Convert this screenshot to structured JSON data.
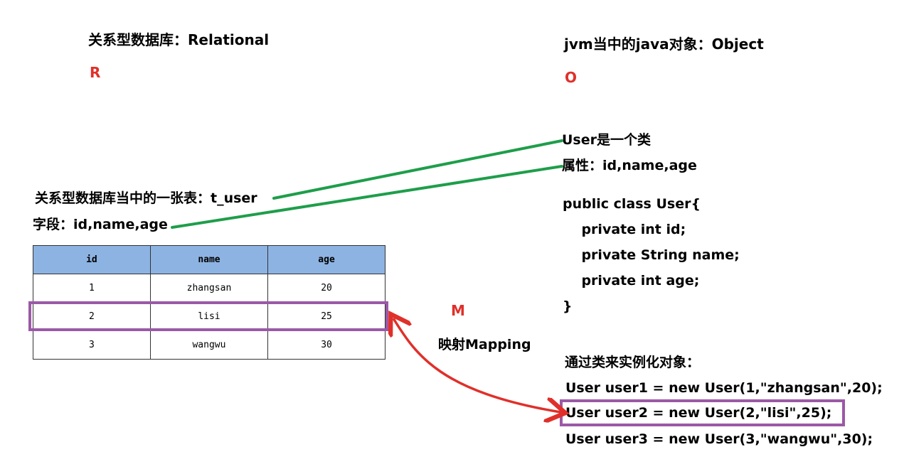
{
  "left": {
    "title": "关系型数据库：Relational",
    "letter": "R",
    "table_name_line": "关系型数据库当中的一张表：t_user",
    "fields_line": "字段：id,name,age",
    "table": {
      "headers": [
        "id",
        "name",
        "age"
      ],
      "rows": [
        [
          "1",
          "zhangsan",
          "20"
        ],
        [
          "2",
          "lisi",
          "25"
        ],
        [
          "3",
          "wangwu",
          "30"
        ]
      ]
    }
  },
  "middle": {
    "letter": "M",
    "mapping_label": "映射Mapping"
  },
  "right": {
    "title": "jvm当中的java对象：Object",
    "letter": "O",
    "class_line": "User是一个类",
    "attrs_line": "属性：id,name,age",
    "code": [
      "public class User{",
      "    private int id;",
      "    private String name;",
      "    private int age;",
      "}"
    ],
    "instantiate_title": "通过类来实例化对象：",
    "instances": [
      "User user1 = new User(1,\"zhangsan\",20);",
      "User user2 = new User(2,\"lisi\",25);",
      "User user3 = new User(3,\"wangwu\",30);"
    ]
  },
  "colors": {
    "connector_green": "#1e9e4a",
    "mapping_red": "#e0302a",
    "highlight_purple": "#9b59a6",
    "header_blue": "#8db3e2"
  }
}
